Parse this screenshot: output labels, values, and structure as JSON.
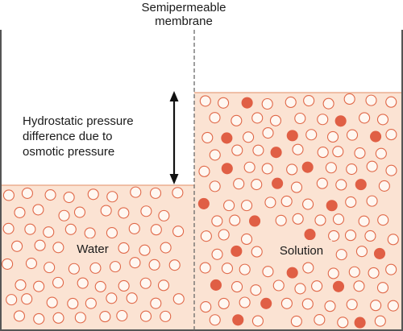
{
  "title_line1": "Semipermeable",
  "title_line2": "membrane",
  "annotation": {
    "line1": "Hydrostatic pressure",
    "line2": "difference due to",
    "line3": "osmotic pressure"
  },
  "left_label": "Water",
  "right_label": "Solution",
  "colors": {
    "liquid": "#fbe3d3",
    "water_molecule_stroke": "#e06848",
    "solute_molecule": "#e05f45",
    "container": "#555555",
    "membrane": "#6a6a6a",
    "liquid_edge": "#e8a07e",
    "arrow": "#111111"
  }
}
